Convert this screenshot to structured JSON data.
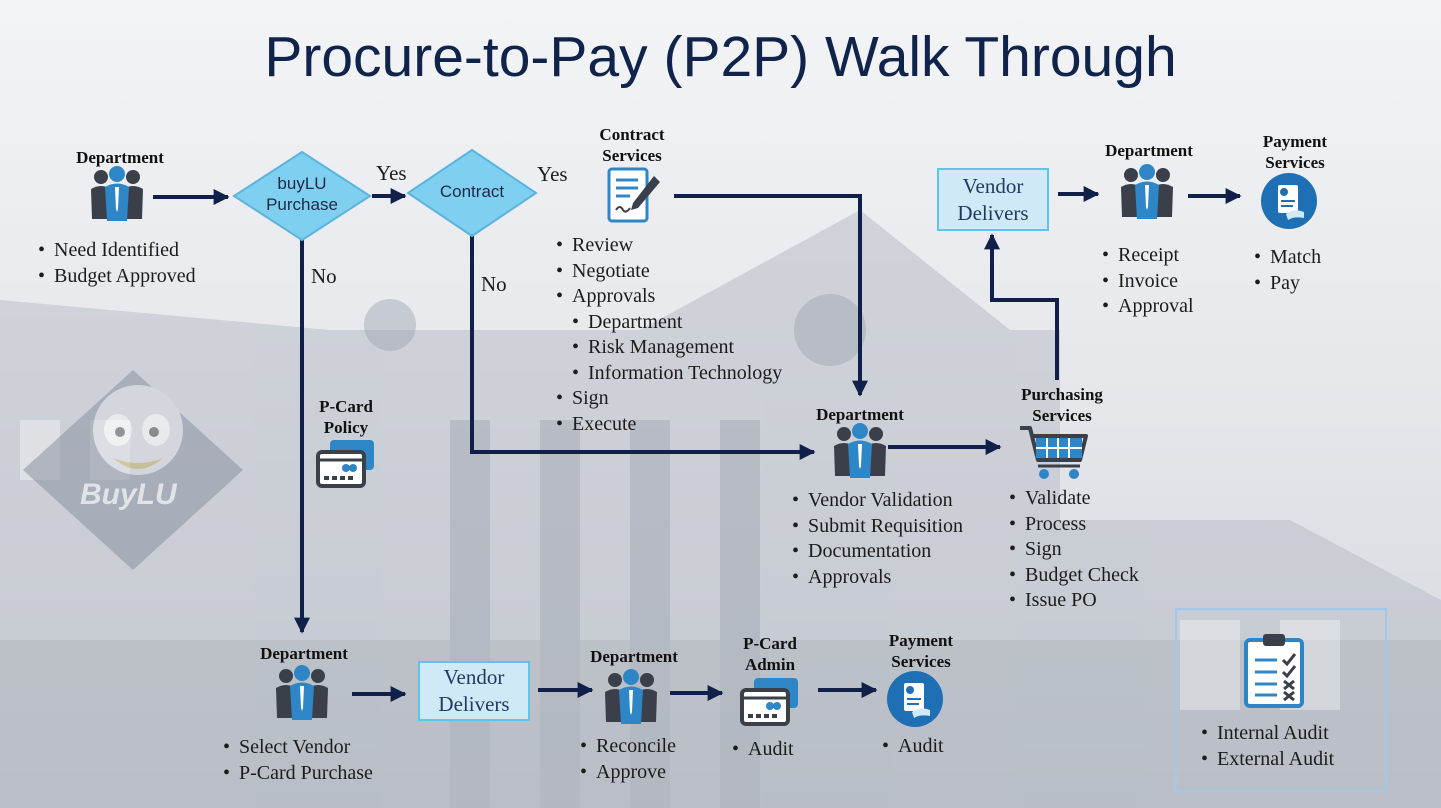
{
  "title": "Procure-to-Pay (P2P) Walk Through",
  "colors": {
    "arrow": "#10204a",
    "diamond": "#7fd0f0",
    "vendor_box": "#cfe9f6",
    "icon_dark": "#3a3f4a",
    "icon_blue": "#2f86c7"
  },
  "top_row": {
    "department_label": "Department",
    "department_icon": "people-icon",
    "department_bullets": [
      "Need Identified",
      "Budget Approved"
    ],
    "buylu_decision": "buyLU\nPurchase",
    "buylu_yes": "Yes",
    "buylu_no": "No",
    "contract_decision": "Contract",
    "contract_yes": "Yes",
    "contract_no": "No",
    "contract_services_label": "Contract\nServices",
    "contract_icon": "document-pen-icon",
    "contract_bullets": [
      "Review",
      "Negotiate",
      "Approvals"
    ],
    "contract_sub_bullets": [
      "Department",
      "Risk Management",
      "Information Technology"
    ],
    "contract_bullets_after": [
      "Sign",
      "Execute"
    ]
  },
  "middle_row": {
    "department_label": "Department",
    "department_bullets": [
      "Vendor Validation",
      "Submit Requisition",
      "Documentation",
      "Approvals"
    ],
    "purchasing_label": "Purchasing\nServices",
    "purchasing_icon": "shopping-cart-icon",
    "purchasing_bullets": [
      "Validate",
      "Process",
      "Sign",
      "Budget Check",
      "Issue PO"
    ]
  },
  "top_right": {
    "vendor_delivers": "Vendor\nDelivers",
    "department_label": "Department",
    "department_bullets": [
      "Receipt",
      "Invoice",
      "Approval"
    ],
    "payment_label": "Payment\nServices",
    "payment_icon": "payment-document-icon",
    "payment_bullets": [
      "Match",
      "Pay"
    ]
  },
  "pcard_policy": {
    "label": "P-Card\nPolicy",
    "icon": "credit-card-icon"
  },
  "bottom_row": {
    "department1_label": "Department",
    "department1_bullets": [
      "Select Vendor",
      "P-Card Purchase"
    ],
    "vendor_delivers": "Vendor\nDelivers",
    "department2_label": "Department",
    "department2_bullets": [
      "Reconcile",
      "Approve"
    ],
    "pcard_admin_label": "P-Card\nAdmin",
    "pcard_admin_bullets": [
      "Audit"
    ],
    "payment_label": "Payment\nServices",
    "payment_bullets": [
      "Audit"
    ]
  },
  "audit_box": {
    "icon": "clipboard-checklist-icon",
    "bullets": [
      "Internal Audit",
      "External Audit"
    ]
  },
  "logo_text": "BuyLU"
}
